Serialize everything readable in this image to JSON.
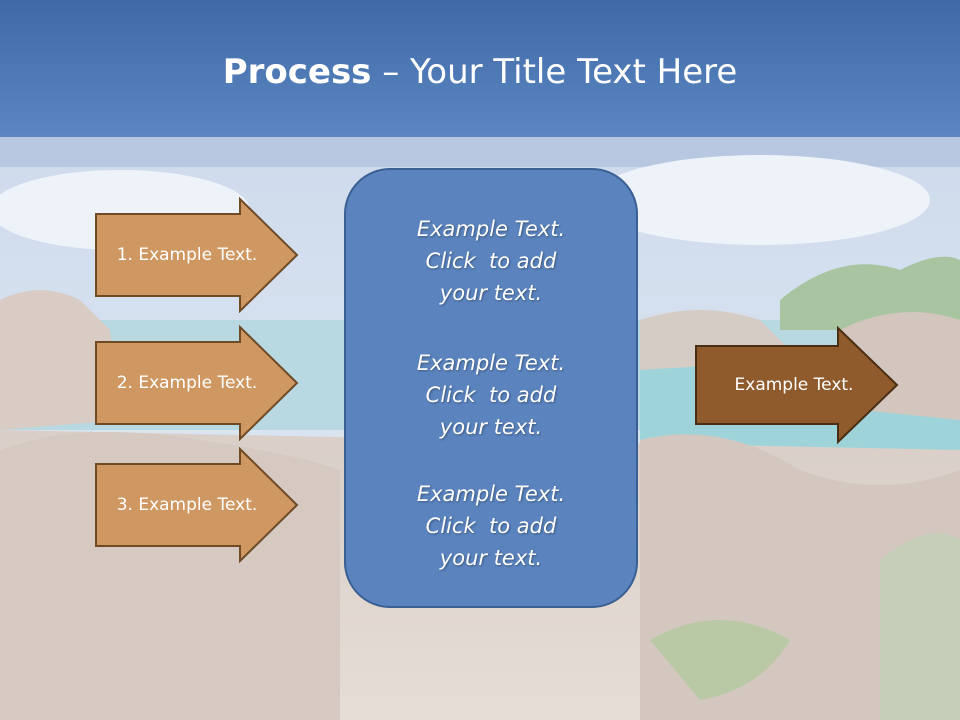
{
  "slide": {
    "title_bold": "Process",
    "title_rest": " – Your Title Text Here"
  },
  "steps": [
    {
      "label": "1. Example Text."
    },
    {
      "label": "2. Example Text."
    },
    {
      "label": "3. Example Text."
    }
  ],
  "center_blocks": [
    {
      "line1": "Example Text.",
      "line2": "Click  to add",
      "line3": "your text."
    },
    {
      "line1": "Example Text.",
      "line2": "Click  to add",
      "line3": "your text."
    },
    {
      "line1": "Example Text.",
      "line2": "Click  to add",
      "line3": "your text."
    }
  ],
  "output": {
    "label": "Example Text."
  },
  "colors": {
    "header": "#4a76b3",
    "step_arrow": "#cf9862",
    "center_box": "#5b84bf",
    "output_arrow": "#8f5a2c"
  }
}
